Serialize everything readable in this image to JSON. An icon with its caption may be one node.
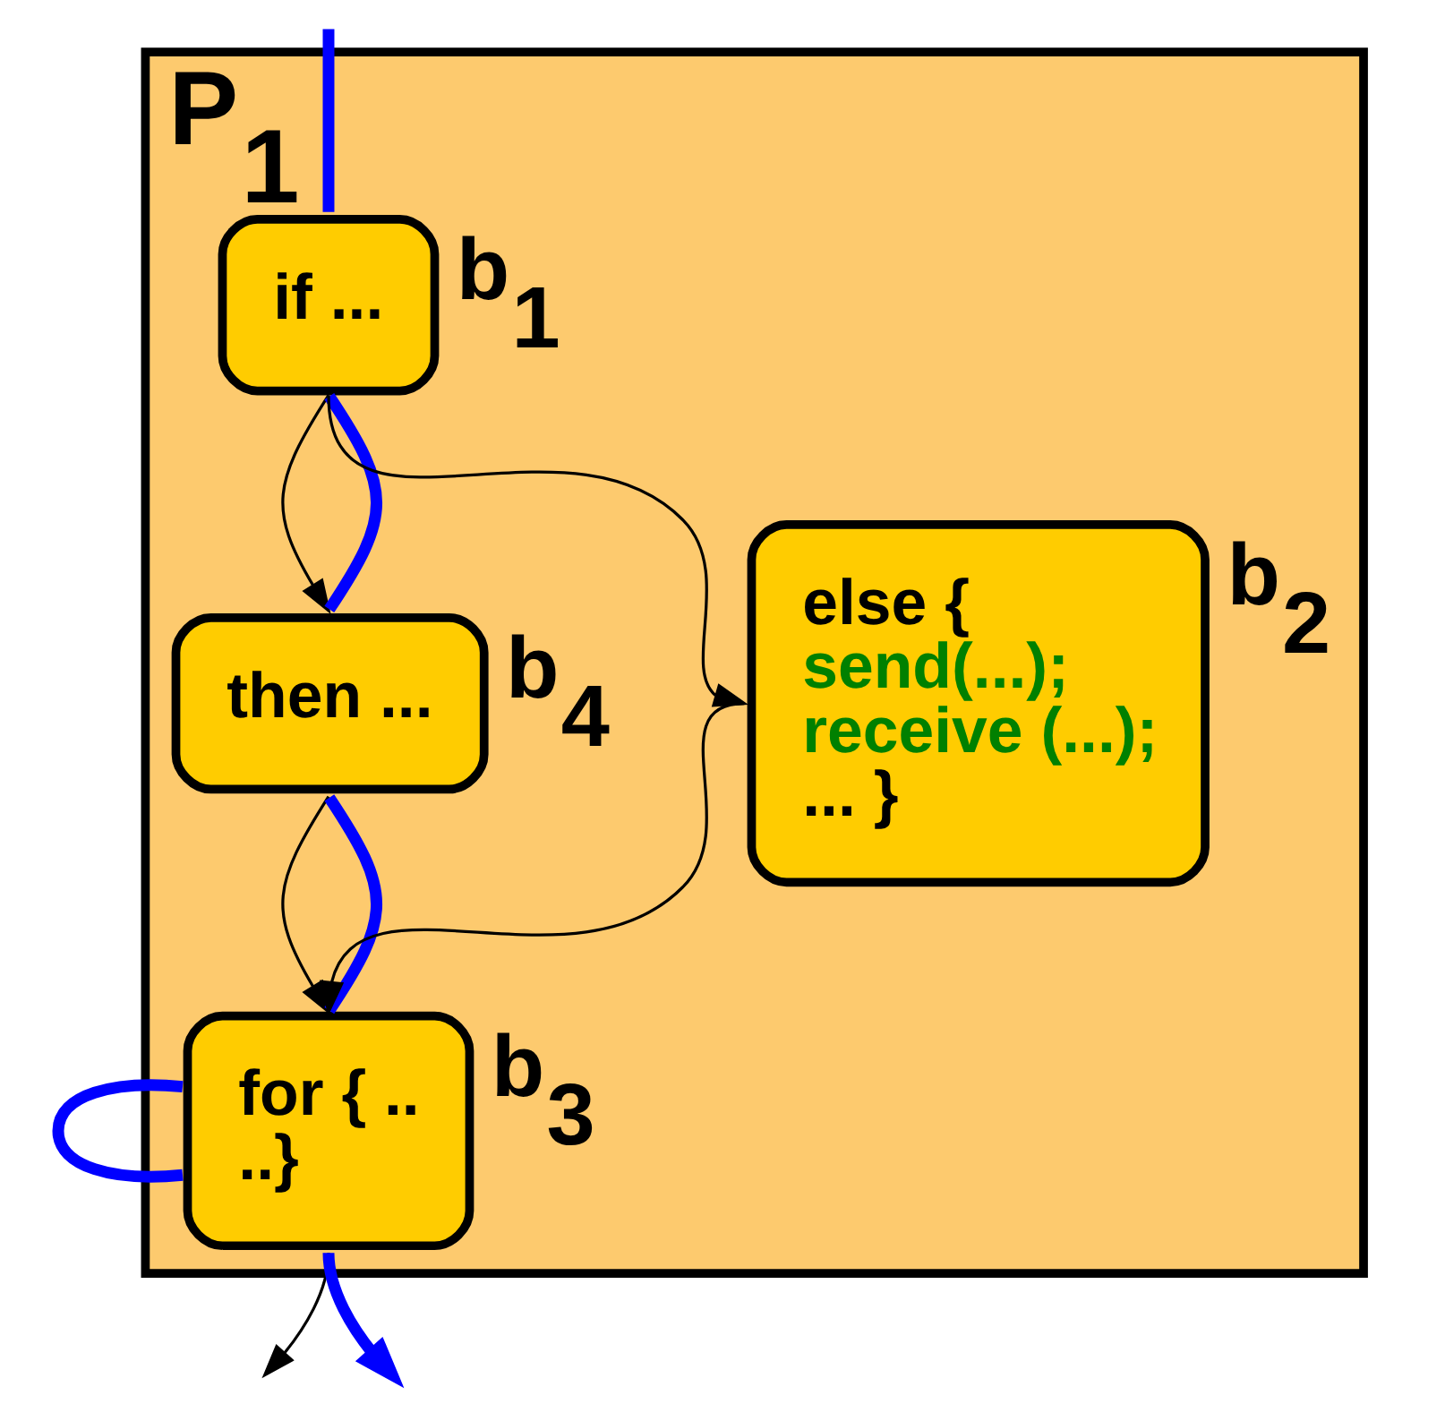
{
  "diagram": {
    "nodes": [
      {
        "text": [
          "P$_{1}$"
        ]
      },
      {
        "text": [
          "if ..."
        ],
        "in": 0,
        "beside": [
          "b$_{1}$"
        ]
      },
      {
        "text": [
          "then ..."
        ],
        "in": 0,
        "beside": [
          "b$_{4}$"
        ]
      },
      {
        "text": [
          "else {",
          "send(...);",
          "receive (...);",
          "... }"
        ],
        "in": 0,
        "beside": [
          "b$_{2}$"
        ]
      },
      {
        "text": [
          "for { ..",
          "..}"
        ],
        "in": 0,
        "beside": [
          "b$_{3}$"
        ]
      }
    ],
    "edges": [
      {
        "from": 1,
        "to": 2,
        "arrow": "to"
      },
      {
        "from": 1,
        "to": 3,
        "arrow": "to"
      },
      {
        "from": 2,
        "to": 4,
        "arrow": "to"
      },
      {
        "from": 3,
        "to": 4,
        "arrow": "to"
      },
      {
        "from": 4,
        "to": null,
        "arrow": "to"
      },
      {
        "from": null,
        "to": 1,
        "arrow": "none",
        "style": "thick",
        "color": "#0000ff"
      },
      {
        "from": 1,
        "to": 2,
        "arrow": "none",
        "style": "thick",
        "color": "#0000ff"
      },
      {
        "from": 2,
        "to": 4,
        "arrow": "none",
        "style": "thick",
        "color": "#0000ff"
      },
      {
        "from": 4,
        "to": 4,
        "arrow": "none",
        "style": "thick",
        "color": "#0000ff"
      },
      {
        "from": 4,
        "to": null,
        "arrow": "to",
        "style": "thick",
        "color": "#0000ff"
      }
    ]
  }
}
